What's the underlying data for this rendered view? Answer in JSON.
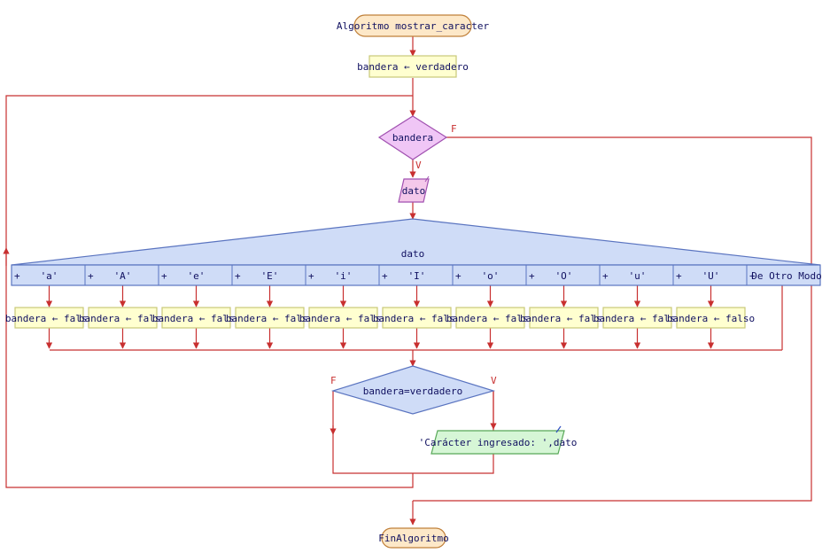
{
  "flowchart": {
    "start_label": "Algoritmo mostrar_caracter",
    "init_assignment": "bandera ← verdadero",
    "loop_condition": "bandera",
    "loop_true_tag": "V",
    "loop_false_tag": "F",
    "read_label": "dato",
    "switch_variable": "dato",
    "case_plus": "+",
    "cases": [
      {
        "label": "'a'",
        "action": "bandera ← falso"
      },
      {
        "label": "'A'",
        "action": "bandera ← falso"
      },
      {
        "label": "'e'",
        "action": "bandera ← falso"
      },
      {
        "label": "'E'",
        "action": "bandera ← falso"
      },
      {
        "label": "'i'",
        "action": "bandera ← falso"
      },
      {
        "label": "'I'",
        "action": "bandera ← falso"
      },
      {
        "label": "'o'",
        "action": "bandera ← falso"
      },
      {
        "label": "'O'",
        "action": "bandera ← falso"
      },
      {
        "label": "'u'",
        "action": "bandera ← falso"
      },
      {
        "label": "'U'",
        "action": "bandera ← falso"
      }
    ],
    "default_case": "De Otro Modo",
    "if_condition": "bandera=verdadero",
    "if_false_tag": "F",
    "if_true_tag": "V",
    "output_text": "'Carácter ingresado:  ',dato",
    "end_label": "FinAlgoritmo"
  },
  "colors": {
    "terminal_fill": "#fde8c8",
    "terminal_stroke": "#c0803a",
    "process_fill": "#ffffd0",
    "process_stroke": "#c8c878",
    "loop_fill": "#f0c6f6",
    "loop_stroke": "#a050b0",
    "input_fill": "#f4c8ea",
    "switch_fill": "#cfdcf7",
    "switch_stroke": "#5a74c0",
    "output_fill": "#d6f6d6",
    "output_stroke": "#58a858",
    "arrow": "#c83030",
    "text": "#101060"
  }
}
